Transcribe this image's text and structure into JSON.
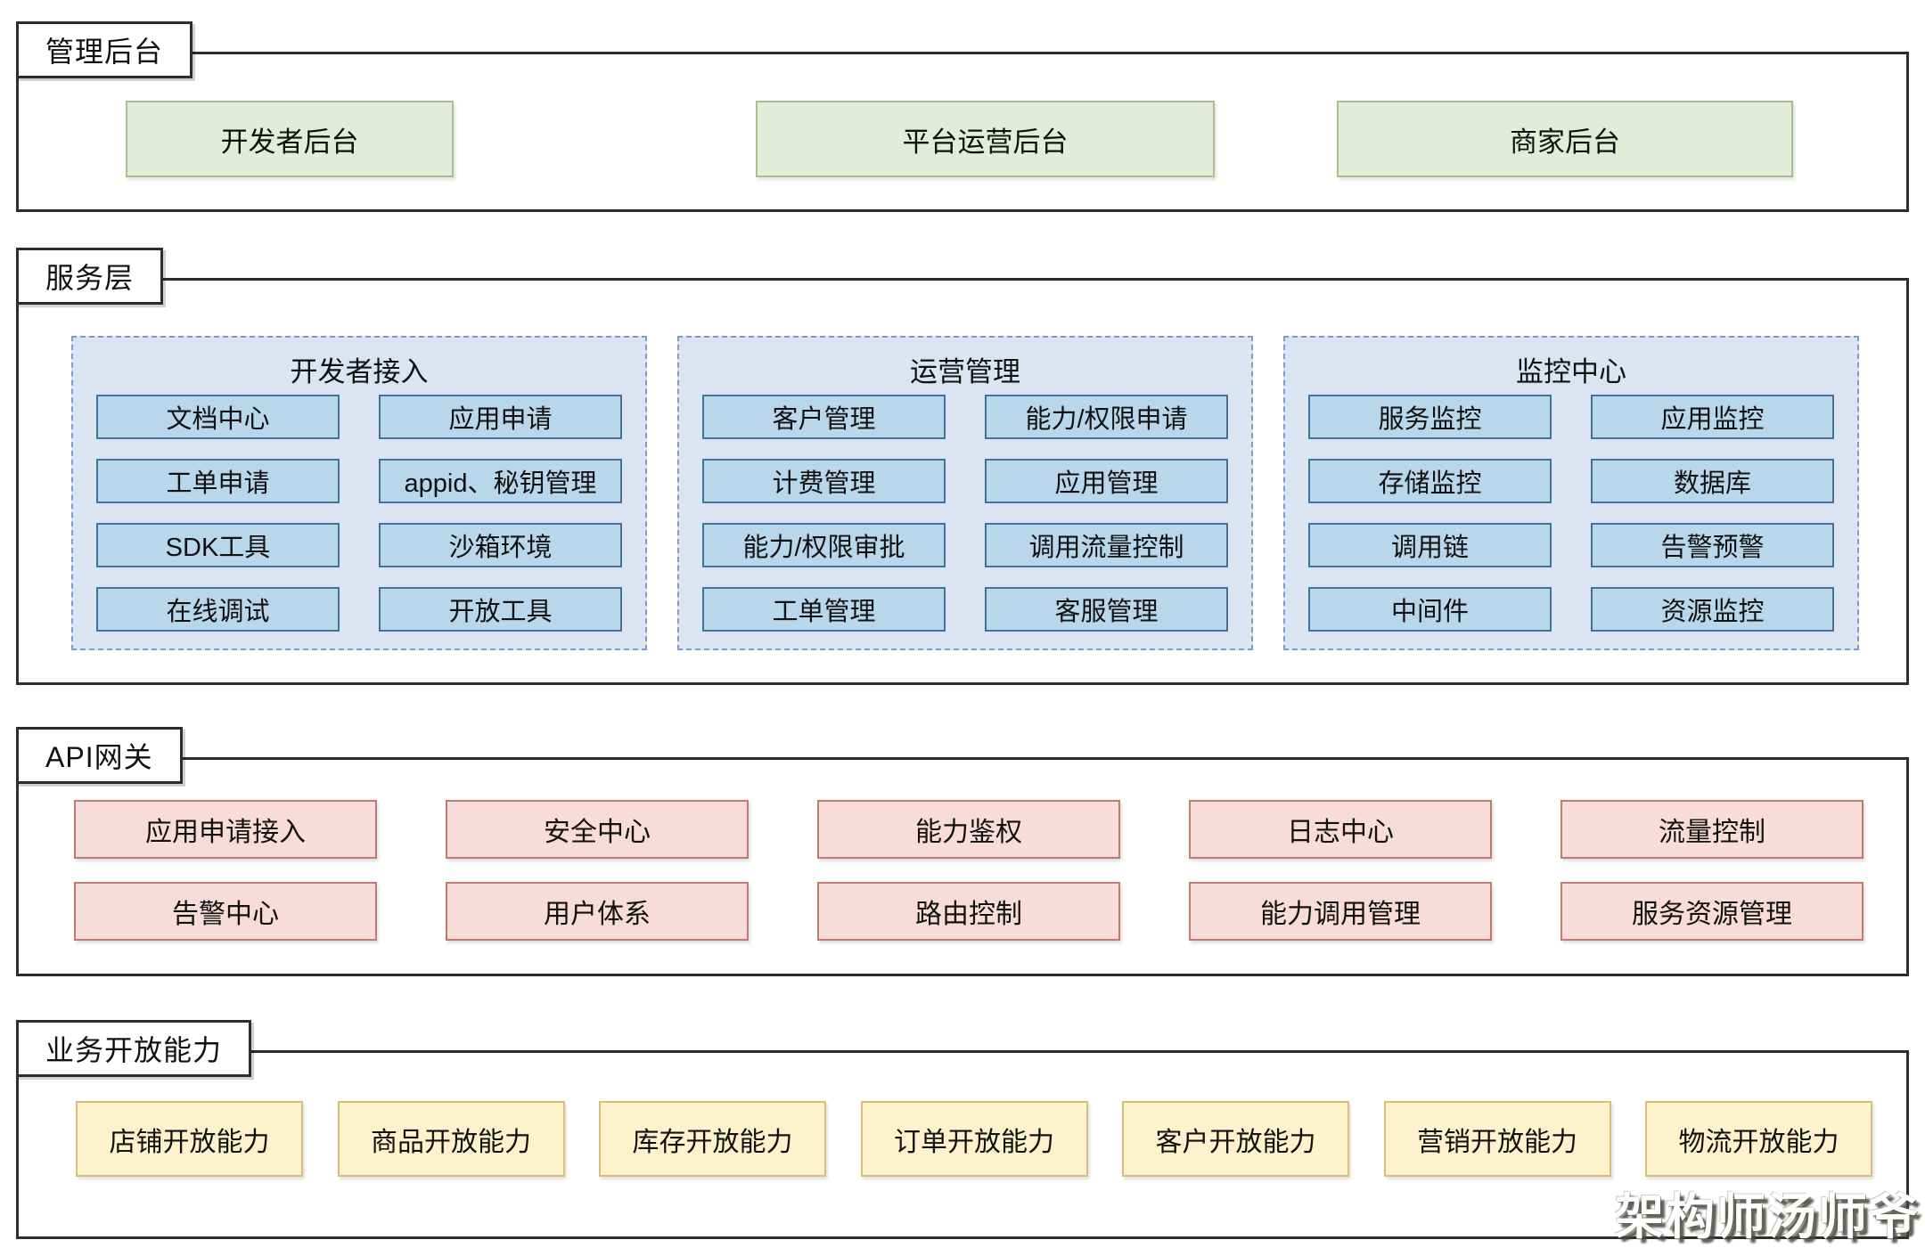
{
  "diagram": {
    "watermark": "架构师汤师爷",
    "colors": {
      "section_border": "#2d2d2d",
      "green_fill": "#e2ecd9",
      "green_border": "#a9bf8f",
      "blue_group_fill": "#dbe5f2",
      "blue_group_border": "#7f9cc8",
      "blue_fill": "#b9d7eb",
      "blue_border": "#41719c",
      "red_fill": "#f8dcd9",
      "red_border": "#c17a70",
      "yellow_fill": "#fdf2cc",
      "yellow_border": "#d8bd7e"
    },
    "sections": [
      {
        "label": "管理后台",
        "boxes": [
          "开发者后台",
          "平台运营后台",
          "商家后台"
        ]
      },
      {
        "label": "服务层",
        "groups": [
          {
            "title": "开发者接入",
            "items": [
              "文档中心",
              "应用申请",
              "工单申请",
              "appid、秘钥管理",
              "SDK工具",
              "沙箱环境",
              "在线调试",
              "开放工具"
            ]
          },
          {
            "title": "运营管理",
            "items": [
              "客户管理",
              "能力/权限申请",
              "计费管理",
              "应用管理",
              "能力/权限审批",
              "调用流量控制",
              "工单管理",
              "客服管理"
            ]
          },
          {
            "title": "监控中心",
            "items": [
              "服务监控",
              "应用监控",
              "存储监控",
              "数据库",
              "调用链",
              "告警预警",
              "中间件",
              "资源监控"
            ]
          }
        ]
      },
      {
        "label": "API网关",
        "boxes": [
          "应用申请接入",
          "安全中心",
          "能力鉴权",
          "日志中心",
          "流量控制",
          "告警中心",
          "用户体系",
          "路由控制",
          "能力调用管理",
          "服务资源管理"
        ]
      },
      {
        "label": "业务开放能力",
        "boxes": [
          "店铺开放能力",
          "商品开放能力",
          "库存开放能力",
          "订单开放能力",
          "客户开放能力",
          "营销开放能力",
          "物流开放能力"
        ]
      }
    ]
  }
}
